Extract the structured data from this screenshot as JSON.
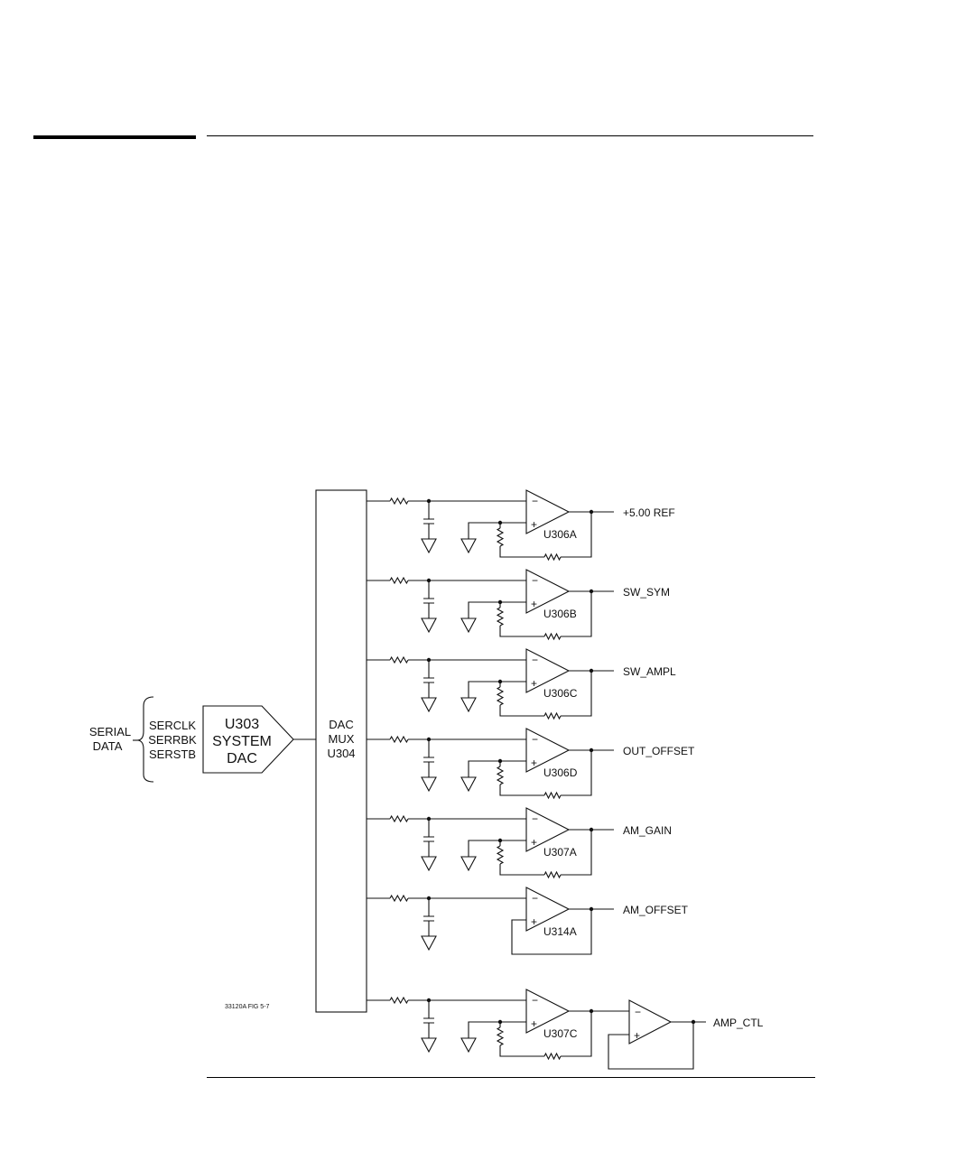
{
  "serial": {
    "label_line1": "SERIAL",
    "label_line2": "DATA",
    "signals": [
      "SERCLK",
      "SERRBK",
      "SERSTB"
    ]
  },
  "dac": {
    "line1": "U303",
    "line2": "SYSTEM",
    "line3": "DAC"
  },
  "mux": {
    "line1": "DAC",
    "line2": "MUX",
    "line3": "U304"
  },
  "channels": [
    {
      "opamp": "U306A",
      "output": "+5.00  REF"
    },
    {
      "opamp": "U306B",
      "output": "SW_SYM"
    },
    {
      "opamp": "U306C",
      "output": "SW_AMPL"
    },
    {
      "opamp": "U306D",
      "output": "OUT_OFFSET"
    },
    {
      "opamp": "U307A",
      "output": "AM_GAIN"
    },
    {
      "opamp": "U314A",
      "output": "AM_OFFSET"
    },
    {
      "opamp": "U307C",
      "output": "AMP_CTL"
    }
  ],
  "figure_id": "33120A FIG 5-7",
  "symbols": {
    "minus": "−",
    "plus": "+"
  }
}
